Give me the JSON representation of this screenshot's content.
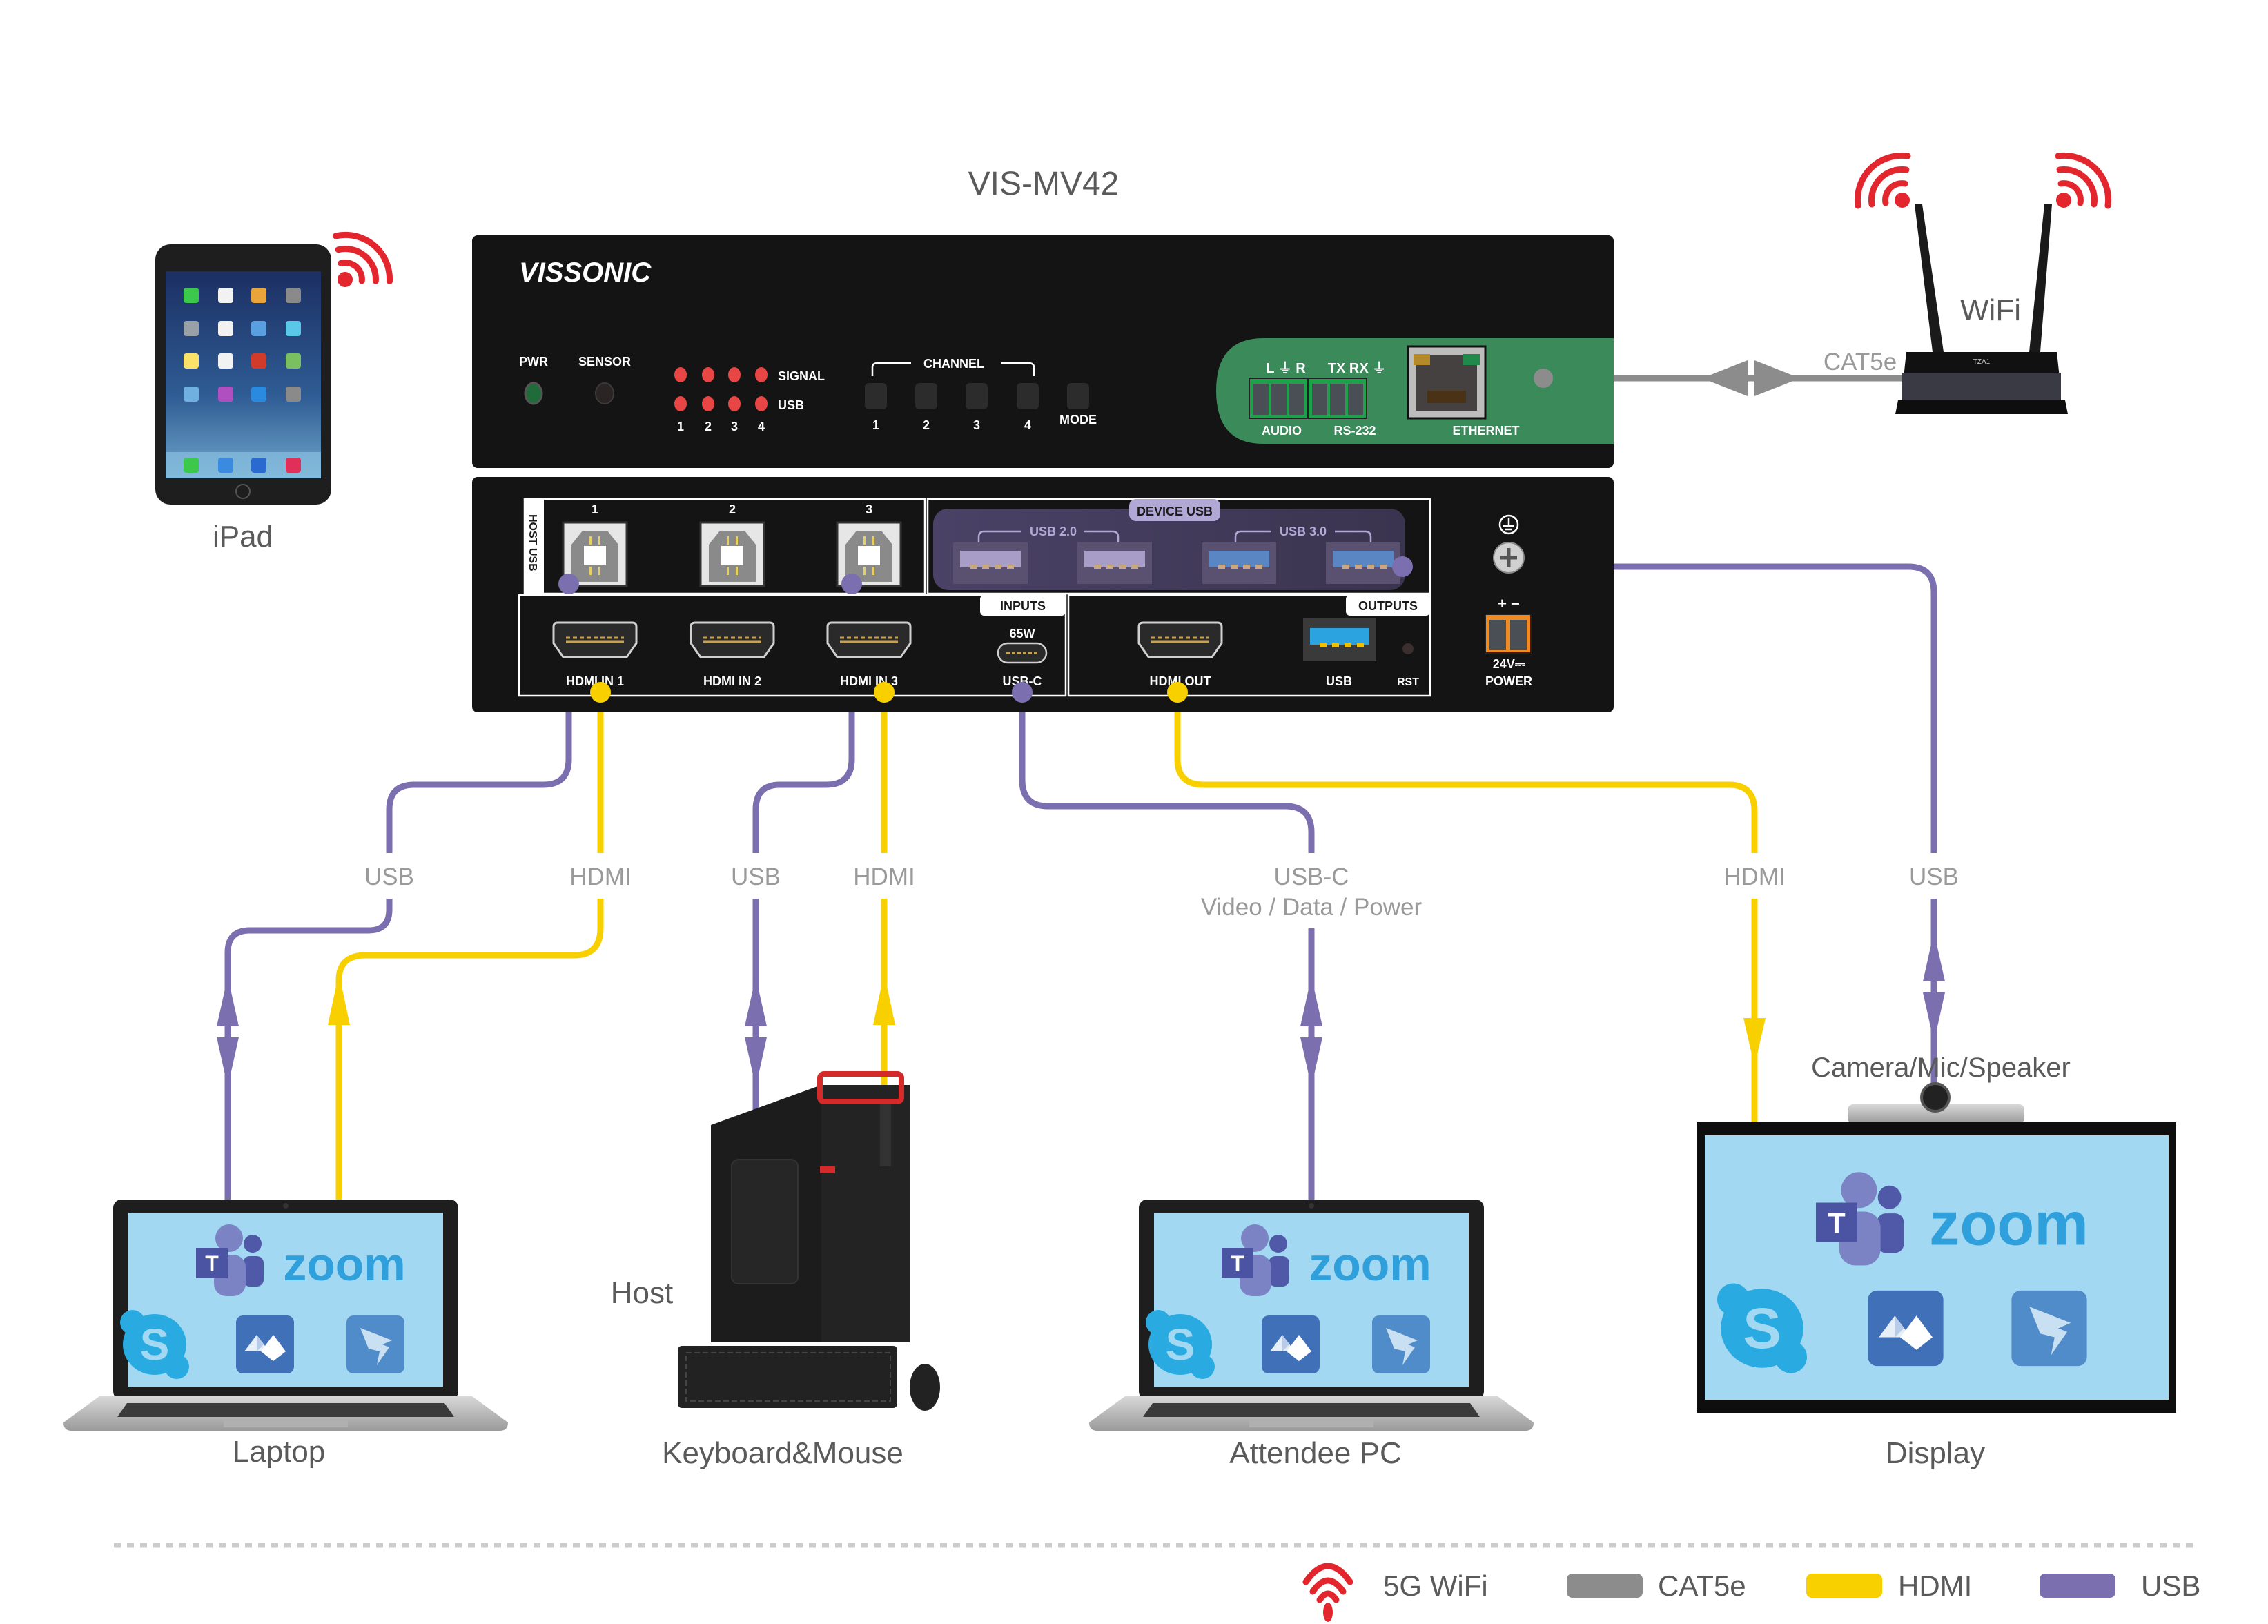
{
  "title": "VIS-MV42",
  "colors": {
    "usb": "#7b6fb0",
    "hdmi": "#f8d000",
    "cat5e": "#8c8c8c",
    "wifi": "#e3262e",
    "device_body": "#141414",
    "green_panel": "#3a8a5a",
    "screen": "#a3d8f2",
    "label_text": "#5a5a5a",
    "cable_label_text": "#9a9a9a"
  },
  "front_panel": {
    "brand": "VISSONIC",
    "pwr": "PWR",
    "sensor": "SENSOR",
    "signal": "SIGNAL",
    "usb": "USB",
    "led_numbers": [
      "1",
      "2",
      "3",
      "4"
    ],
    "channel": "CHANNEL",
    "channel_buttons": [
      "1",
      "2",
      "3",
      "4"
    ],
    "mode": "MODE",
    "audio_pins": "L  ⏚  R",
    "rs232_pins": "TX RX ⏚",
    "audio": "AUDIO",
    "rs232": "RS-232",
    "ethernet": "ETHERNET"
  },
  "rear_panel": {
    "host_usb": "HOST USB",
    "host_usb_ports": [
      "1",
      "2",
      "3"
    ],
    "device_usb": "DEVICE USB",
    "usb20": "USB 2.0",
    "usb30": "USB 3.0",
    "inputs": "INPUTS",
    "outputs": "OUTPUTS",
    "hdmi_in": [
      "HDMI IN 1",
      "HDMI IN 2",
      "HDMI IN 3"
    ],
    "usbc_watt": "65W",
    "usbc": "USB-C",
    "hdmi_out": "HDMI OUT",
    "usb_out": "USB",
    "rst": "RST",
    "power_pol": "+  −",
    "power_v": "24V⎓",
    "power": "POWER"
  },
  "devices": {
    "ipad": "iPad",
    "wifi_router": "WiFi",
    "laptop": "Laptop",
    "host": "Host",
    "keyboard_mouse": "Keyboard&Mouse",
    "attendee_pc": "Attendee PC",
    "camera": "Camera/Mic/Speaker",
    "display": "Display"
  },
  "app_icons": {
    "teams": "T",
    "zoom": "zoom",
    "skype": "S"
  },
  "cables": {
    "cat5e": "CAT5e",
    "laptop_usb": "USB",
    "laptop_hdmi": "HDMI",
    "host_usb": "USB",
    "host_hdmi": "HDMI",
    "usbc_line1": "USB-C",
    "usbc_line2": "Video / Data / Power",
    "display_hdmi": "HDMI",
    "camera_usb": "USB"
  },
  "legend": [
    {
      "label": "5G WiFi",
      "icon": "wifi-icon"
    },
    {
      "label": "CAT5e",
      "color": "#8c8c8c"
    },
    {
      "label": "HDMI",
      "color": "#f8d000"
    },
    {
      "label": "USB",
      "color": "#7b6fb0"
    }
  ]
}
